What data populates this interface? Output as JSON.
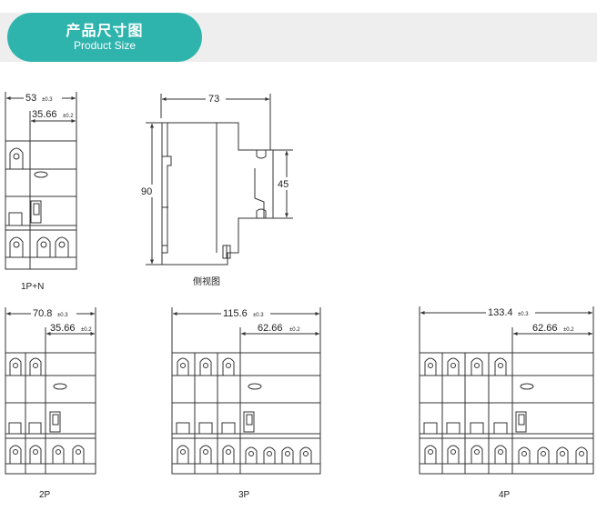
{
  "header": {
    "title": "产品尺寸图",
    "subtitle": "Product Size"
  },
  "views": {
    "p1n": {
      "label": "1P+N",
      "overall_width": "53",
      "overall_width_tol": "±0.3",
      "module_width": "35.66",
      "module_width_tol": "±0.2"
    },
    "side": {
      "label": "侧视图",
      "depth": "73",
      "height": "90",
      "step_height": "45"
    },
    "p2": {
      "label": "2P",
      "overall_width": "70.8",
      "overall_width_tol": "±0.3",
      "module_width": "35.66",
      "module_width_tol": "±0.2"
    },
    "p3": {
      "label": "3P",
      "overall_width": "115.6",
      "overall_width_tol": "±0.3",
      "module_width": "62.66",
      "module_width_tol": "±0.2"
    },
    "p4": {
      "label": "4P",
      "overall_width": "133.4",
      "overall_width_tol": "±0.3",
      "module_width": "62.66",
      "module_width_tol": "±0.2"
    }
  }
}
